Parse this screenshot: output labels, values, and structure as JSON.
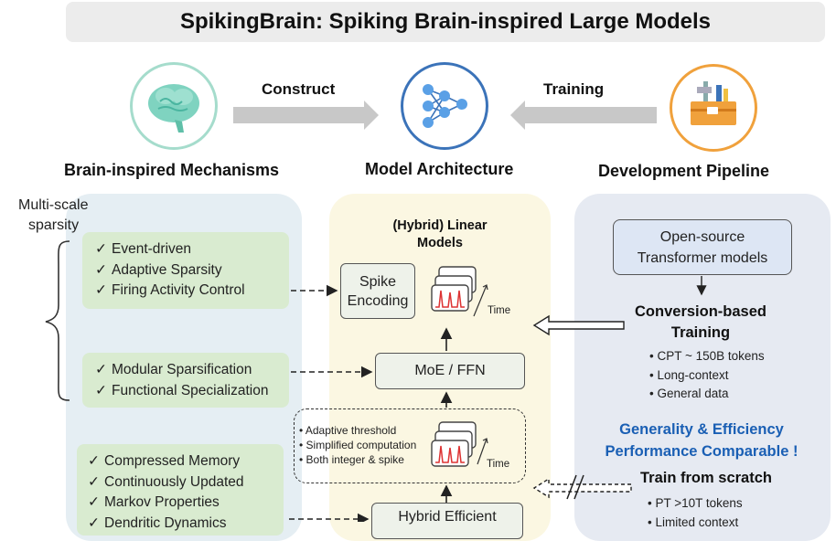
{
  "title": "SpikingBrain: Spiking Brain-inspired Large Models",
  "top": {
    "left_label": "Brain-inspired Mechanisms",
    "center_label": "Model Architecture",
    "right_label": "Development Pipeline",
    "construct_label": "Construct",
    "training_label": "Training"
  },
  "left": {
    "section_label_line1": "Multi-scale",
    "section_label_line2": "sparsity",
    "box1": [
      "Event-driven",
      "Adaptive Sparsity",
      "Firing Activity Control"
    ],
    "box2": [
      "Modular Sparsification",
      "Functional Specialization"
    ],
    "box3": [
      "Compressed Memory",
      "Continuously Updated",
      "Markov Properties",
      "Dendritic Dynamics"
    ],
    "check": "✓"
  },
  "mid": {
    "title_line1": "(Hybrid) Linear",
    "title_line2": "Models",
    "spike_line1": "Spike",
    "spike_line2": "Encoding",
    "time_label": "Time",
    "moe_label": "MoE / FFN",
    "dashed_items": [
      "Adaptive threshold",
      "Simplified computation",
      "Both integer & spike"
    ],
    "hybrid_label": "Hybrid Efficient"
  },
  "right": {
    "open_line1": "Open-source",
    "open_line2": "Transformer models",
    "conv_line1": "Conversion-based",
    "conv_line2": "Training",
    "conv_bullets": [
      "CPT ~ 150B tokens",
      "Long-context",
      "General data"
    ],
    "blue_line1": "Generality & Efficiency",
    "blue_line2": "Performance Comparable !",
    "scratch_label": "Train from scratch",
    "scratch_bullets": [
      "PT >10T tokens",
      "Limited context"
    ]
  },
  "colors": {
    "green_box": "#d9ebd0",
    "accent_blue": "#1a5fb4",
    "spike_red": "#d33"
  }
}
